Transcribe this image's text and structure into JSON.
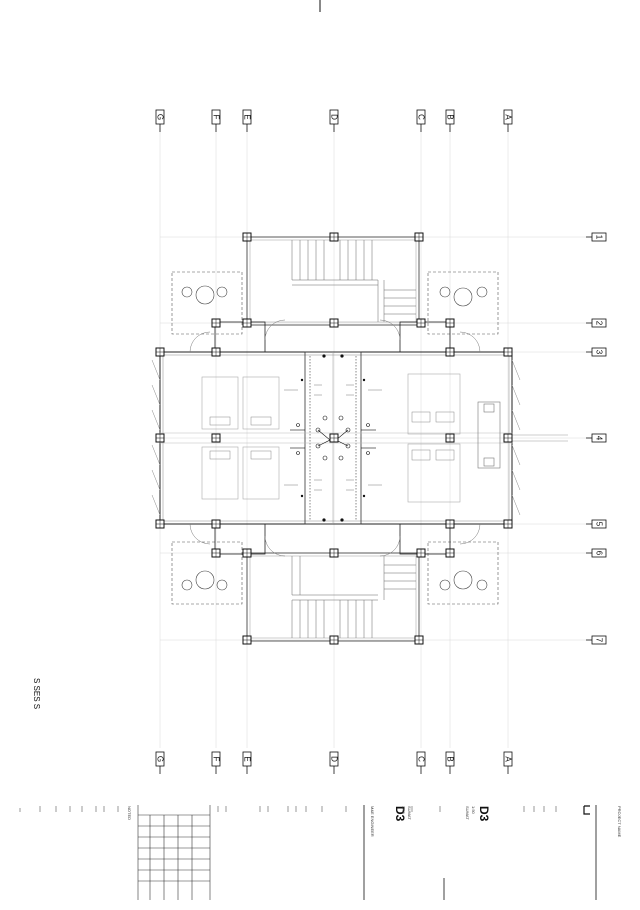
{
  "grid": {
    "columns": [
      "G",
      "F",
      "E",
      "D",
      "C",
      "B",
      "A"
    ],
    "rows": [
      "1",
      "2",
      "3",
      "4",
      "5",
      "6",
      "7"
    ]
  },
  "side_note": "S SES S",
  "title_block": {
    "project_label": "PROJECT NAME",
    "engineer_label": "M&E ENGINEER",
    "notes_label": "NOTED",
    "sheet_code_1": "D3",
    "sheet_code_2": "D3",
    "scale_1": "1:50",
    "scale_2": "1:50",
    "subtitle_1": "SUMAT",
    "subtitle_2": "SUMAT"
  }
}
